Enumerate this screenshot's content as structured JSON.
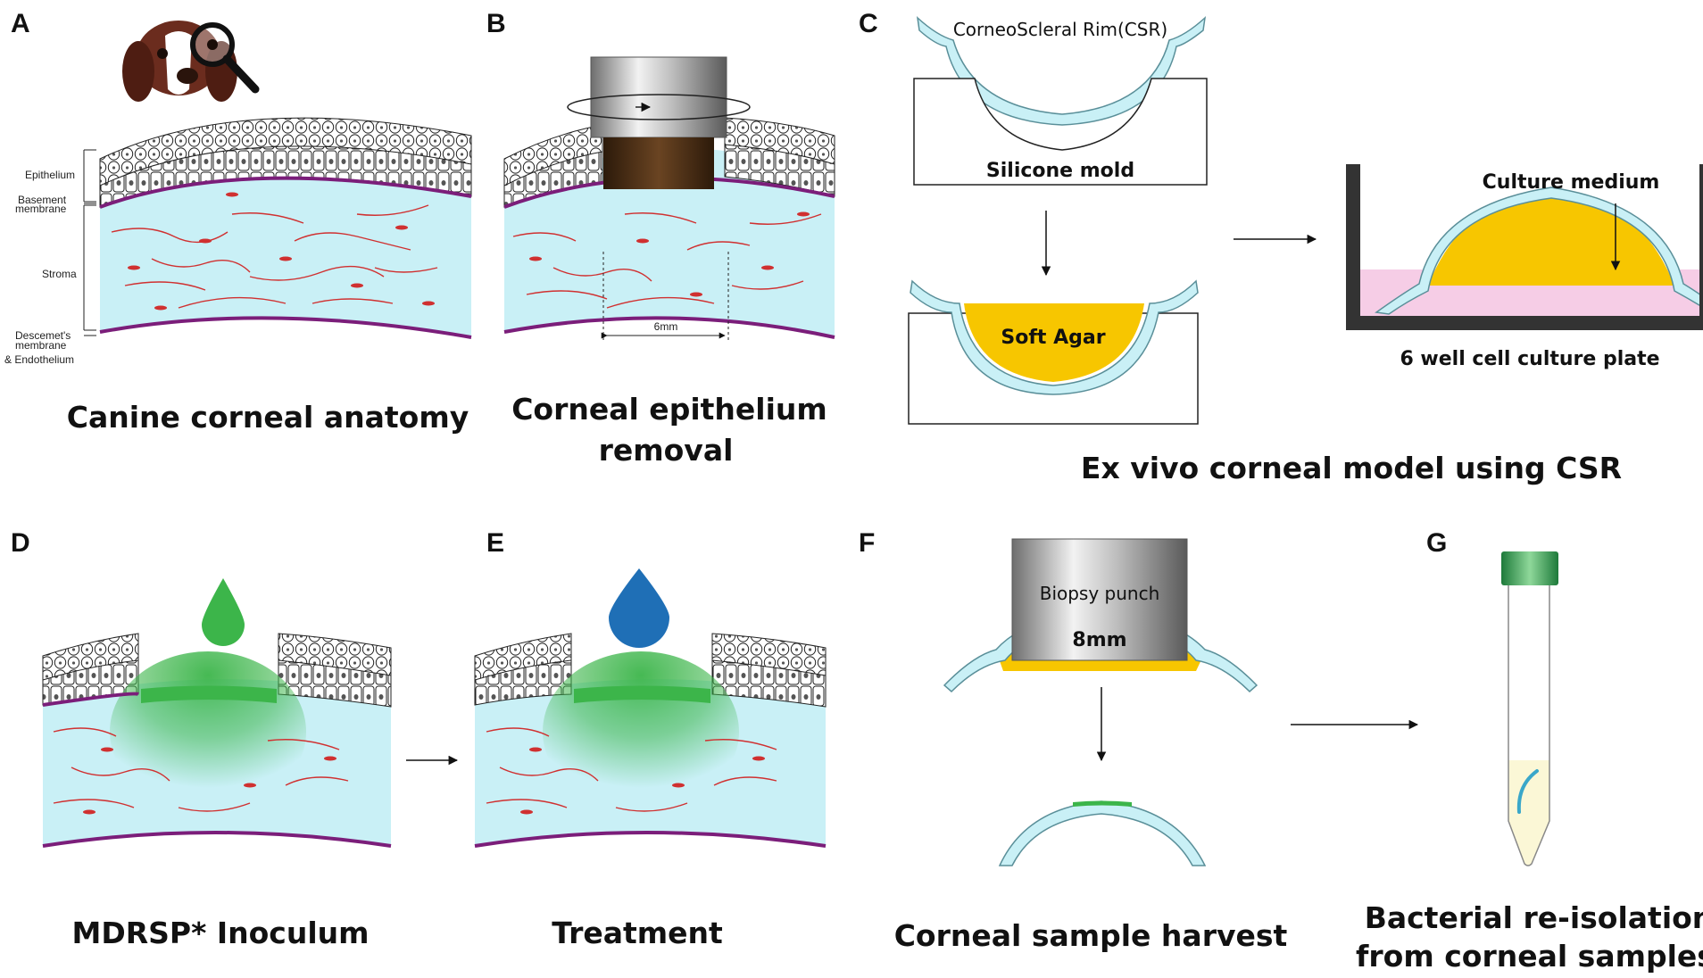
{
  "panels": {
    "a": {
      "letter": "A",
      "caption": "Canine corneal anatomy",
      "layers": {
        "epithelium": "Epithelium",
        "basement1": "Basement",
        "basement2": "membrane",
        "stroma": "Stroma",
        "descemet1": "Descemet's",
        "descemet2": "membrane",
        "descemet3": "& Endothelium"
      }
    },
    "b": {
      "letter": "B",
      "caption1": "Corneal epithelium",
      "caption2": "removal",
      "width_label": "6mm"
    },
    "c": {
      "letter": "C",
      "csr_label": "CorneoScleral Rim(CSR)",
      "mold_label": "Silicone mold",
      "agar_label": "Soft Agar",
      "medium_label": "Culture medium",
      "plate_label": "6 well cell culture plate",
      "caption": "Ex vivo corneal model using CSR"
    },
    "d": {
      "letter": "D",
      "caption": "MDRSP* Inoculum"
    },
    "e": {
      "letter": "E",
      "caption": "Treatment"
    },
    "f": {
      "letter": "F",
      "punch_label": "Biopsy punch",
      "punch_size": "8mm",
      "caption": "Corneal sample harvest"
    },
    "g": {
      "letter": "G",
      "caption1": "Bacterial re-isolation",
      "caption2": "from corneal samples"
    }
  },
  "colors": {
    "stroma": "#c9f0f6",
    "fiber": "#d03030",
    "membrane": "#7b1e7a",
    "agar": "#f7c600",
    "inoculum": "#3cb54a",
    "treatment": "#1f6fb6",
    "medium": "#f6cde6",
    "punch": "#a8a8a8"
  }
}
